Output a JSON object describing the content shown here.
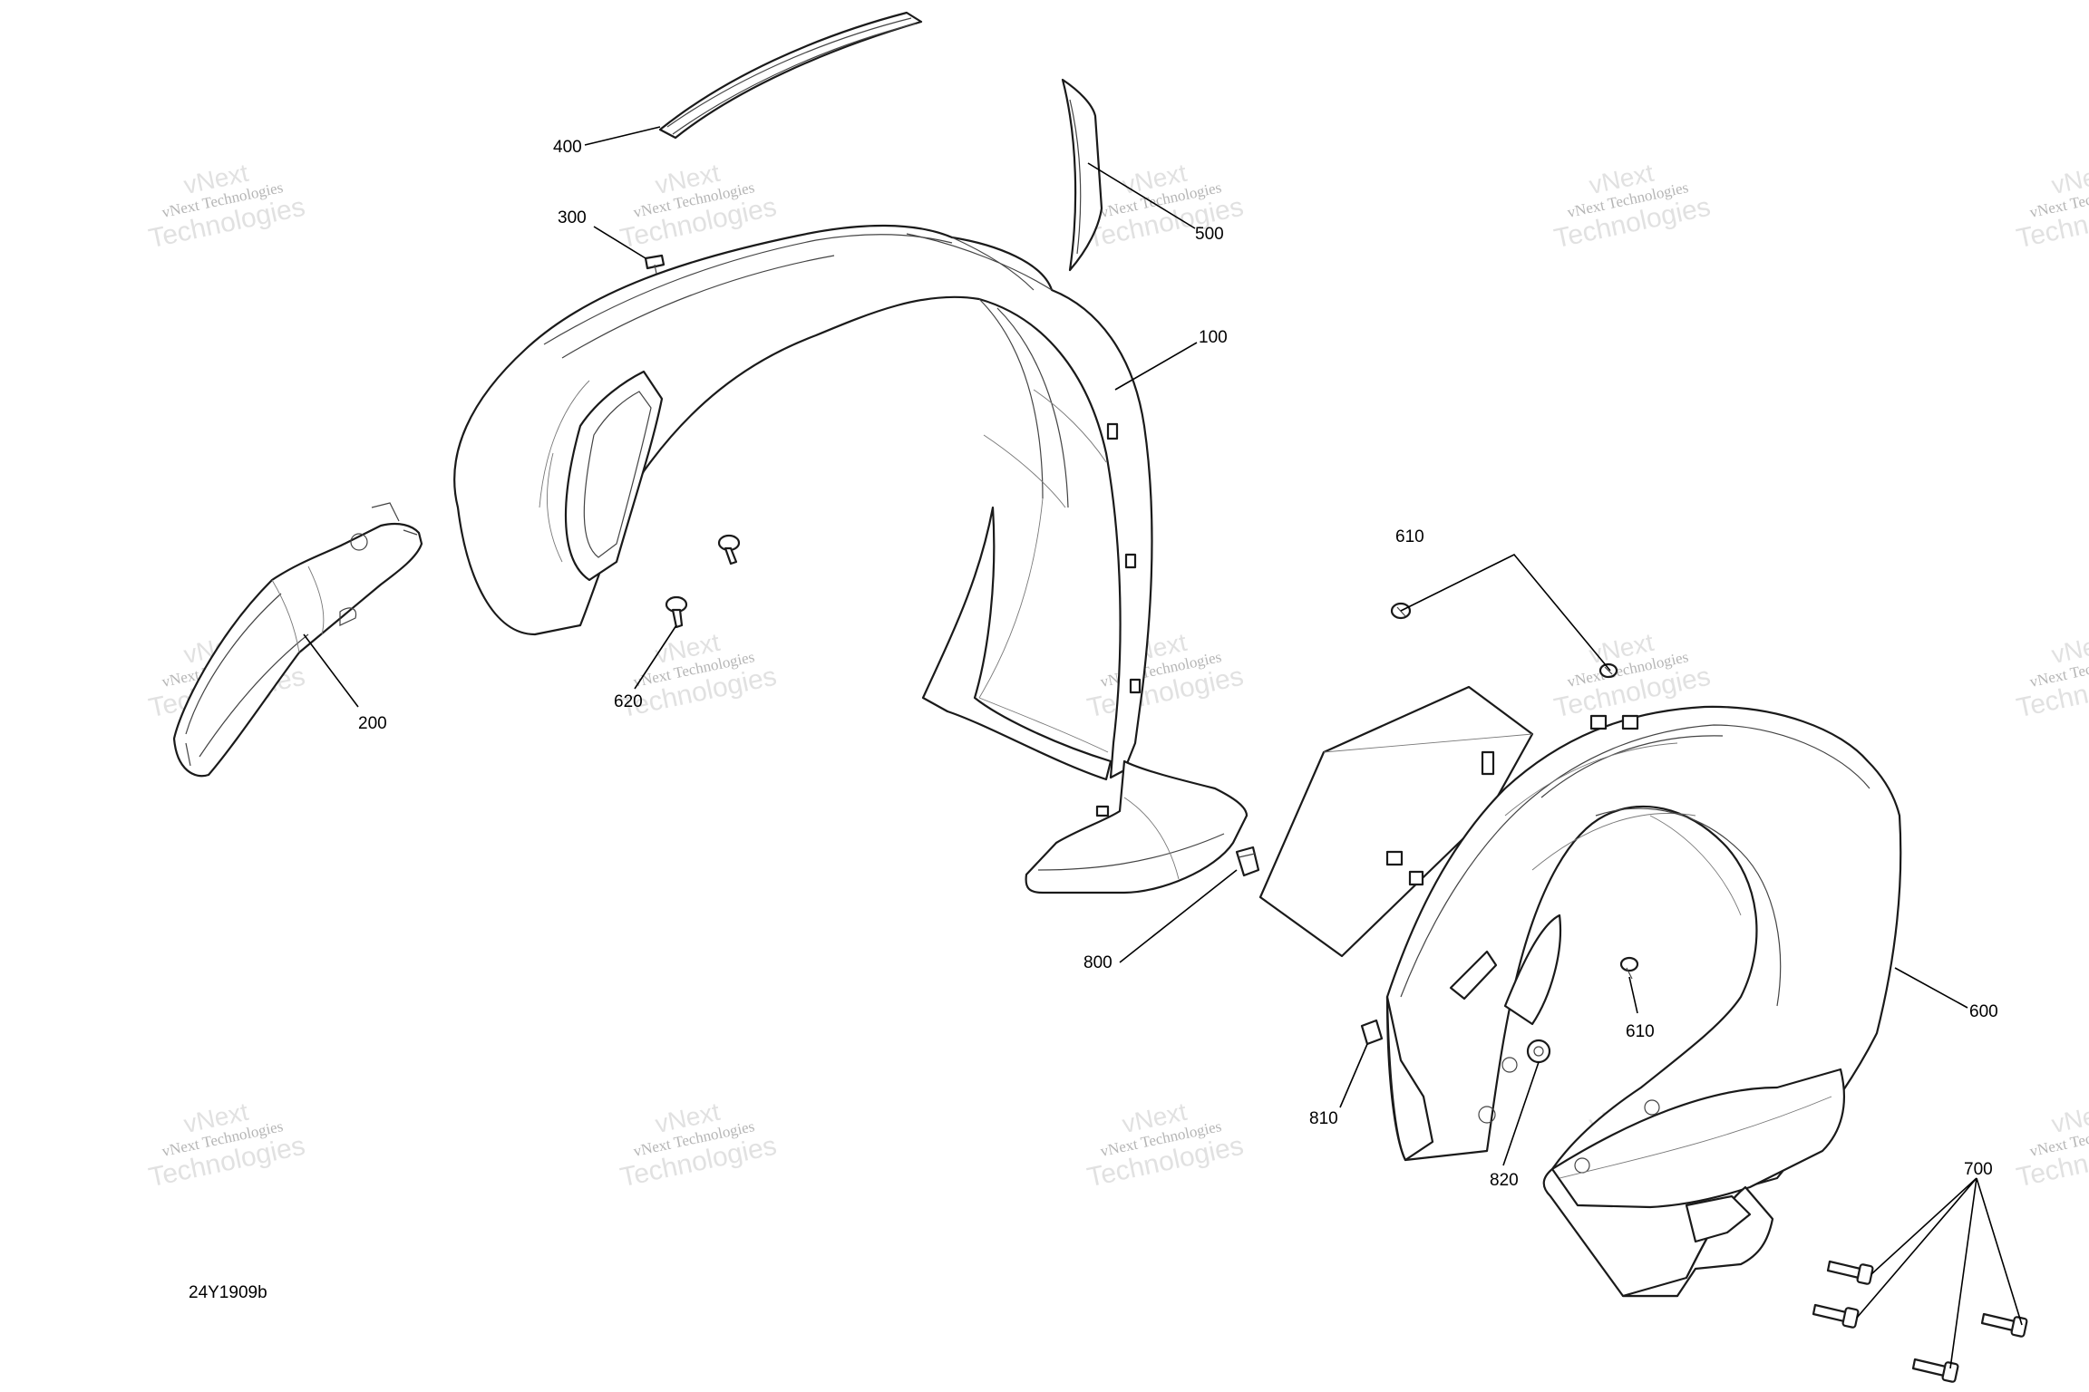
{
  "watermark": {
    "line1": "vNext Technologies",
    "line2": "Technologies",
    "line3": "vNext"
  },
  "callouts": {
    "c100": "100",
    "c200": "200",
    "c300": "300",
    "c400": "400",
    "c500": "500",
    "c600": "600",
    "c610a": "610",
    "c610b": "610",
    "c620": "620",
    "c700": "700",
    "c800": "800",
    "c810": "810",
    "c820": "820"
  },
  "drawing_id": "24Y1909b"
}
